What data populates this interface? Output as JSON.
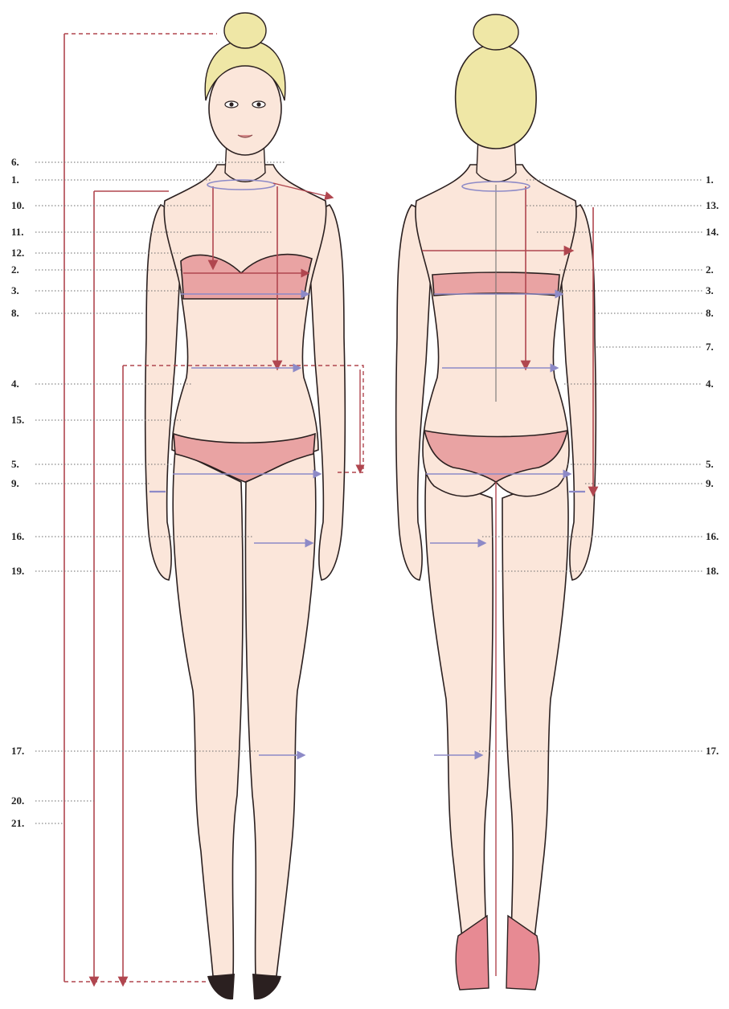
{
  "front_labels": [
    "6.",
    "1.",
    "10.",
    "11.",
    "12.",
    "2.",
    "3.",
    "8.",
    "4.",
    "15.",
    "5.",
    "9.",
    "16.",
    "19.",
    "17.",
    "20.",
    "21."
  ],
  "back_labels": [
    "1.",
    "13.",
    "14.",
    "2.",
    "3.",
    "8.",
    "7.",
    "4.",
    "5.",
    "9.",
    "16.",
    "18.",
    "17."
  ],
  "colors": {
    "skin": "#fbe6da",
    "outline": "#2b2020",
    "hair": "#efe7a6",
    "garment": "#e9a3a3",
    "garment_dark": "#c56b72",
    "measure_red": "#b0464f",
    "measure_blue": "#8d8ac7",
    "guide_dots": "#6a6a6a"
  }
}
